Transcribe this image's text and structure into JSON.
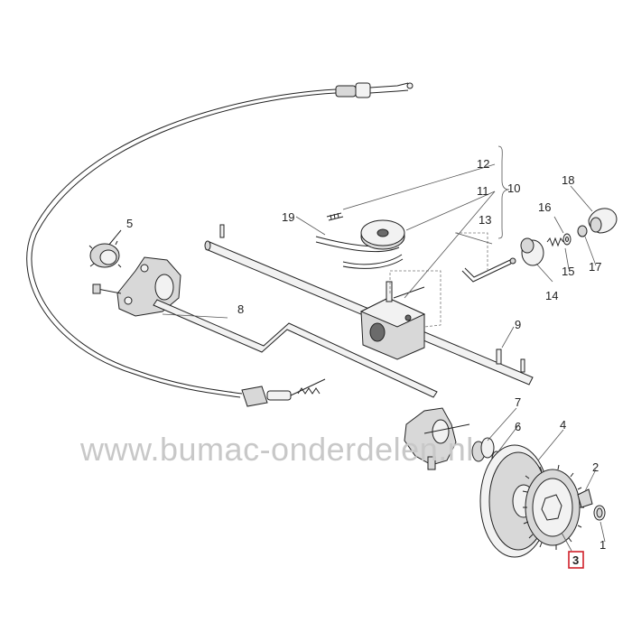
{
  "watermark": "www.bumac-onderdelen.nl",
  "labels": {
    "p1": "1",
    "p2": "2",
    "p3": "3",
    "p4": "4",
    "p5": "5",
    "p6": "6",
    "p7": "7",
    "p8": "8",
    "p9": "9",
    "p10": "10",
    "p11": "11",
    "p12": "12",
    "p13": "13",
    "p14": "14",
    "p15": "15",
    "p16": "16",
    "p17": "17",
    "p18": "18",
    "p19": "19"
  },
  "highlight": {
    "label": "3",
    "color": "#d0202a"
  }
}
